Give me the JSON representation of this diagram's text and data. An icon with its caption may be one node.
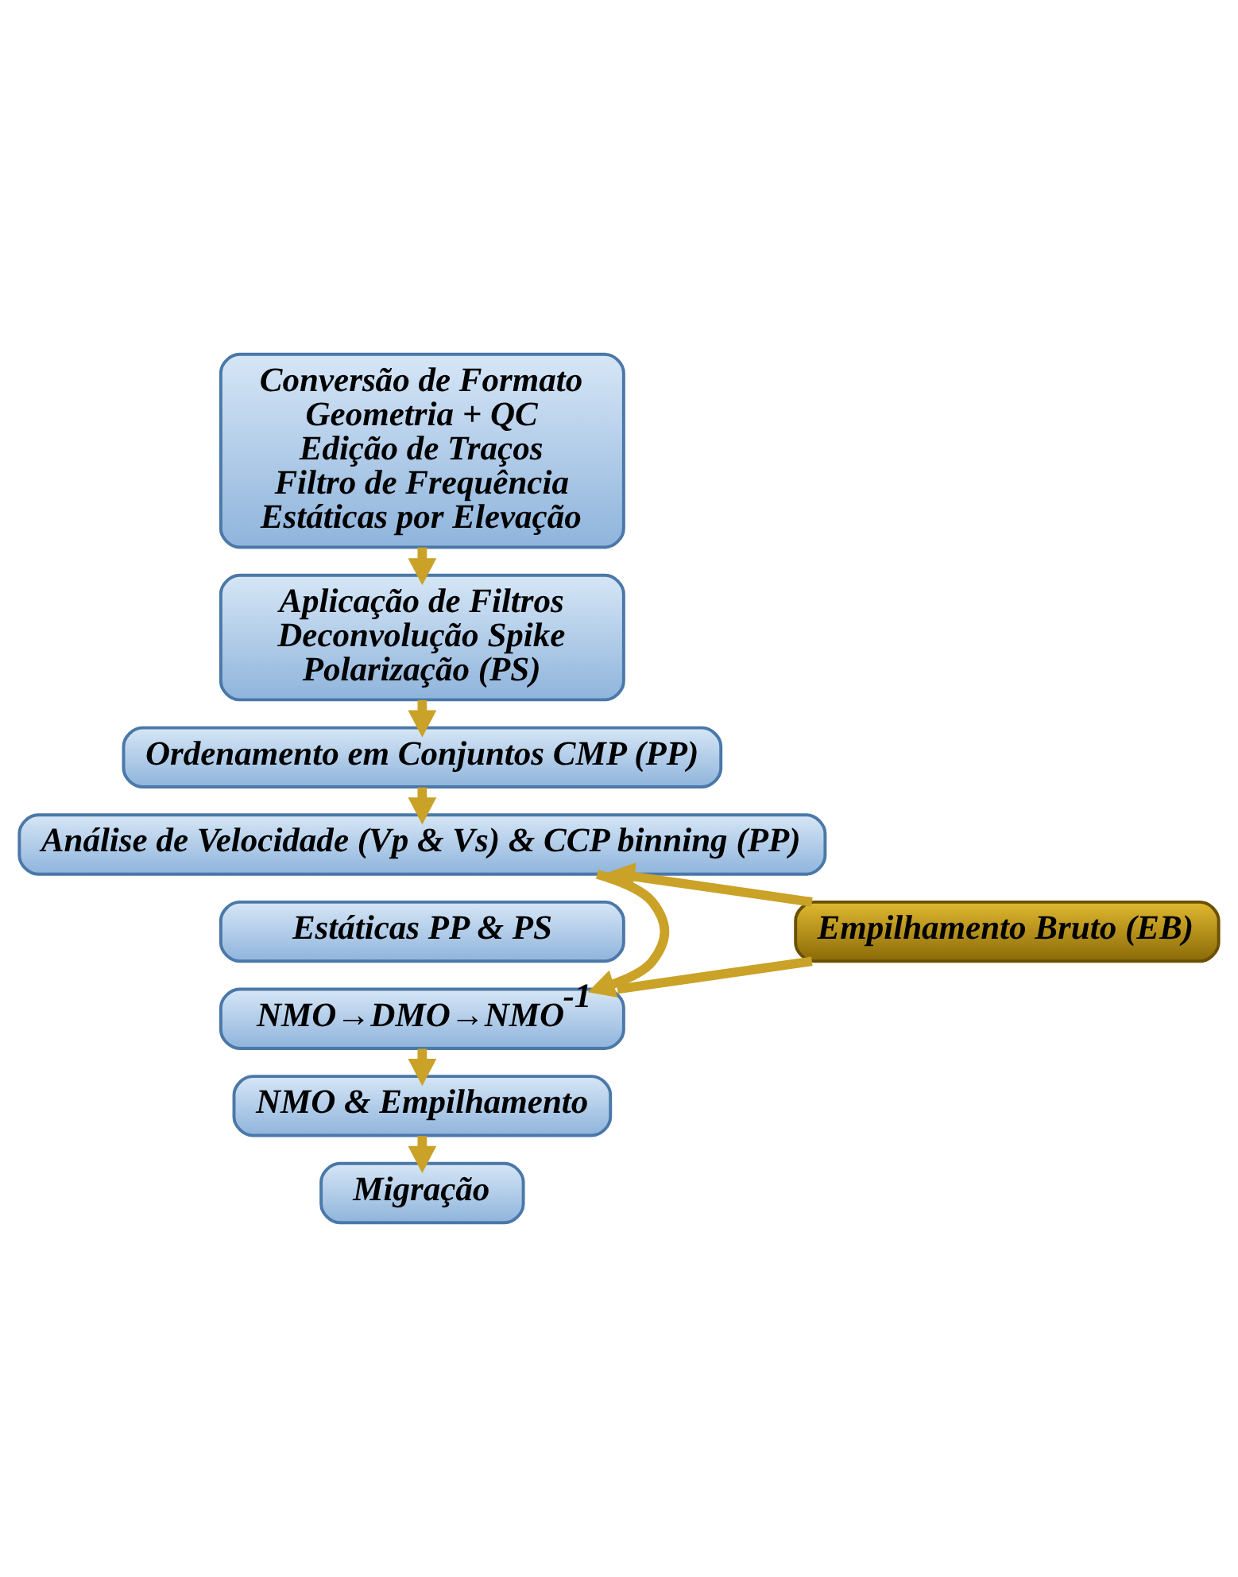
{
  "diagram": {
    "nodes": [
      {
        "text": [
          "Conversão de Formato",
          "Geometria + QC",
          "Edição de Traços",
          "Filtro de Frequência",
          "Estáticas por Elevação"
        ]
      },
      {
        "text": [
          "Aplicação de Filtros",
          "Deconvolução Spike",
          "Polarização (PS)"
        ]
      },
      {
        "text": [
          "Ordenamento em Conjuntos CMP (PP)"
        ]
      },
      {
        "text": [
          "Análise de Velocidade (Vp & Vs) & CCP binning (PP)"
        ]
      },
      {
        "text": [
          "Estáticas PP & PS"
        ]
      },
      {
        "text": [
          "NMO→DMO→NMO$^{-1}$"
        ]
      },
      {
        "text": [
          "NMO & Empilhamento"
        ]
      },
      {
        "text": [
          "Migração"
        ]
      },
      {
        "text": [
          "Empilhamento Bruto (EB)"
        ]
      }
    ],
    "edges": [
      {
        "from": 0,
        "to": 1,
        "arrow": "to"
      },
      {
        "from": 1,
        "to": 2,
        "arrow": "to"
      },
      {
        "from": 2,
        "to": 3,
        "arrow": "to"
      },
      {
        "from": 3,
        "to": 5,
        "arrow": "to"
      },
      {
        "from": 5,
        "to": 8,
        "arrow": "none"
      },
      {
        "from": 8,
        "to": 3,
        "arrow": "to"
      },
      {
        "from": 5,
        "to": 6,
        "arrow": "to"
      },
      {
        "from": 6,
        "to": 7,
        "arrow": "to"
      }
    ]
  }
}
